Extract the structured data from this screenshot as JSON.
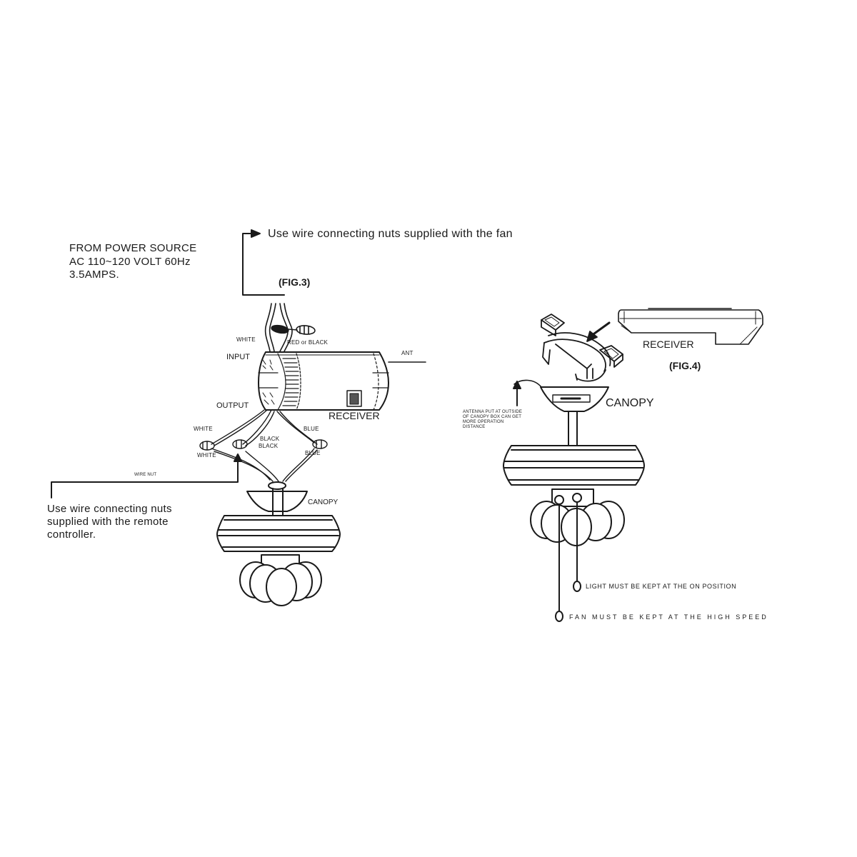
{
  "figure3": {
    "caption": "(FIG.3)",
    "power_source": {
      "line1": "FROM POWER SOURCE",
      "line2": "AC 110~120 VOLT 60Hz",
      "line3": "3.5AMPS."
    },
    "top_note": "Use wire connecting nuts supplied  with the fan",
    "wire_labels": {
      "white_input": "WHITE",
      "red_or_black": "RED or BLACK",
      "input": "INPUT",
      "output": "OUTPUT",
      "ant": "ANT",
      "receiver": "RECEIVER",
      "white_out_top": "WHITE",
      "white_out_bottom": "WHITE",
      "black_top": "BLACK",
      "black_bottom": "BLACK",
      "blue_top": "BLUE",
      "blue_bottom": "BLUE",
      "wire_nut": "WIRE NUT"
    },
    "bottom_note": {
      "line1": "Use wire connecting nuts",
      "line2": "supplied with the remote",
      "line3": "controller."
    },
    "canopy": "CANOPY"
  },
  "figure4": {
    "caption": "(FIG.4)",
    "receiver": "RECEIVER",
    "canopy": "CANOPY",
    "antenna_note": {
      "line1": "ANTENNA PUT AT OUTSIDE",
      "line2": "OF CANOPY BOX CAN GET",
      "line3": "MORE OPERATION",
      "line4": "DISTANCE"
    },
    "light_note": "LIGHT MUST BE  KEPT AT THE  ON POSITION",
    "fan_note": "FAN MUST BE KEPT AT THE HIGH SPEED"
  },
  "colors": {
    "ink": "#1a1a1a",
    "background": "#ffffff"
  }
}
